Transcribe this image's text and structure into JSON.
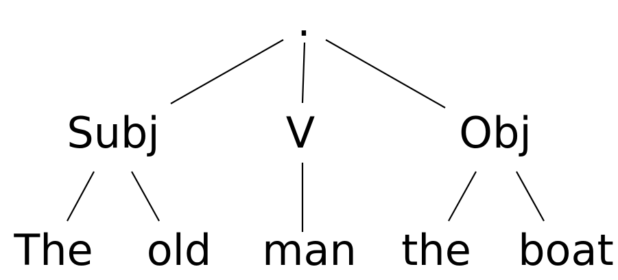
{
  "tree": {
    "root": {
      "label": "."
    },
    "constituents": [
      {
        "label": "Subj",
        "words": [
          "The",
          "old"
        ]
      },
      {
        "label": "V",
        "words": [
          "man"
        ]
      },
      {
        "label": "Obj",
        "words": [
          "the",
          "boat"
        ]
      }
    ]
  },
  "colors": {
    "ink": "#000000",
    "background": "#ffffff"
  }
}
